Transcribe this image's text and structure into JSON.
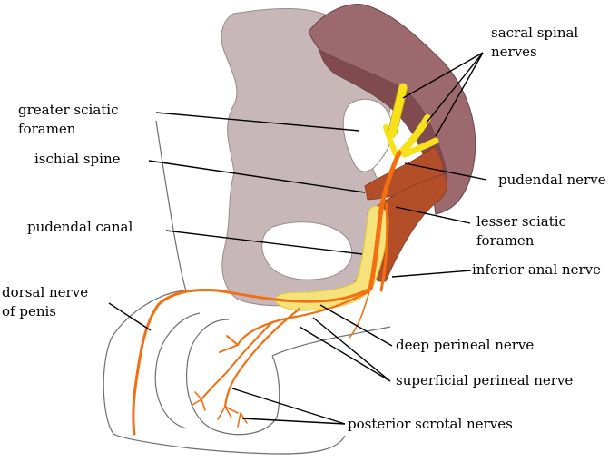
{
  "diagram": {
    "labels": {
      "sacral_spinal_nerves": [
        "sacral spinal",
        "nerves"
      ],
      "greater_sciatic_foramen": [
        "greater sciatic",
        "foramen"
      ],
      "ischial_spine": "ischial spine",
      "pudendal_nerve": "pudendal nerve",
      "pudendal_canal": "pudendal canal",
      "lesser_sciatic_foramen": [
        "lesser sciatic",
        "foramen"
      ],
      "inferior_anal_nerve": "inferior anal nerve",
      "dorsal_nerve_of_penis": [
        "dorsal nerve",
        "of penis"
      ],
      "deep_perineal_nerve": "deep perineal nerve",
      "superficial_perineal_nerve": "superficial perineal nerve",
      "posterior_scrotal_nerves": "posterior scrotal nerves"
    },
    "colors": {
      "hip_bone": "#c7b7b9",
      "sacrum": "#9c6a6e",
      "sacrum_inner": "#804a4f",
      "ligament": "#b34f28",
      "nerve": "#f46f11",
      "sacral_nerve": "#f7e11b",
      "canal": "#f6e27a",
      "outline": "#6f6f6f",
      "leader": "#000000"
    }
  }
}
